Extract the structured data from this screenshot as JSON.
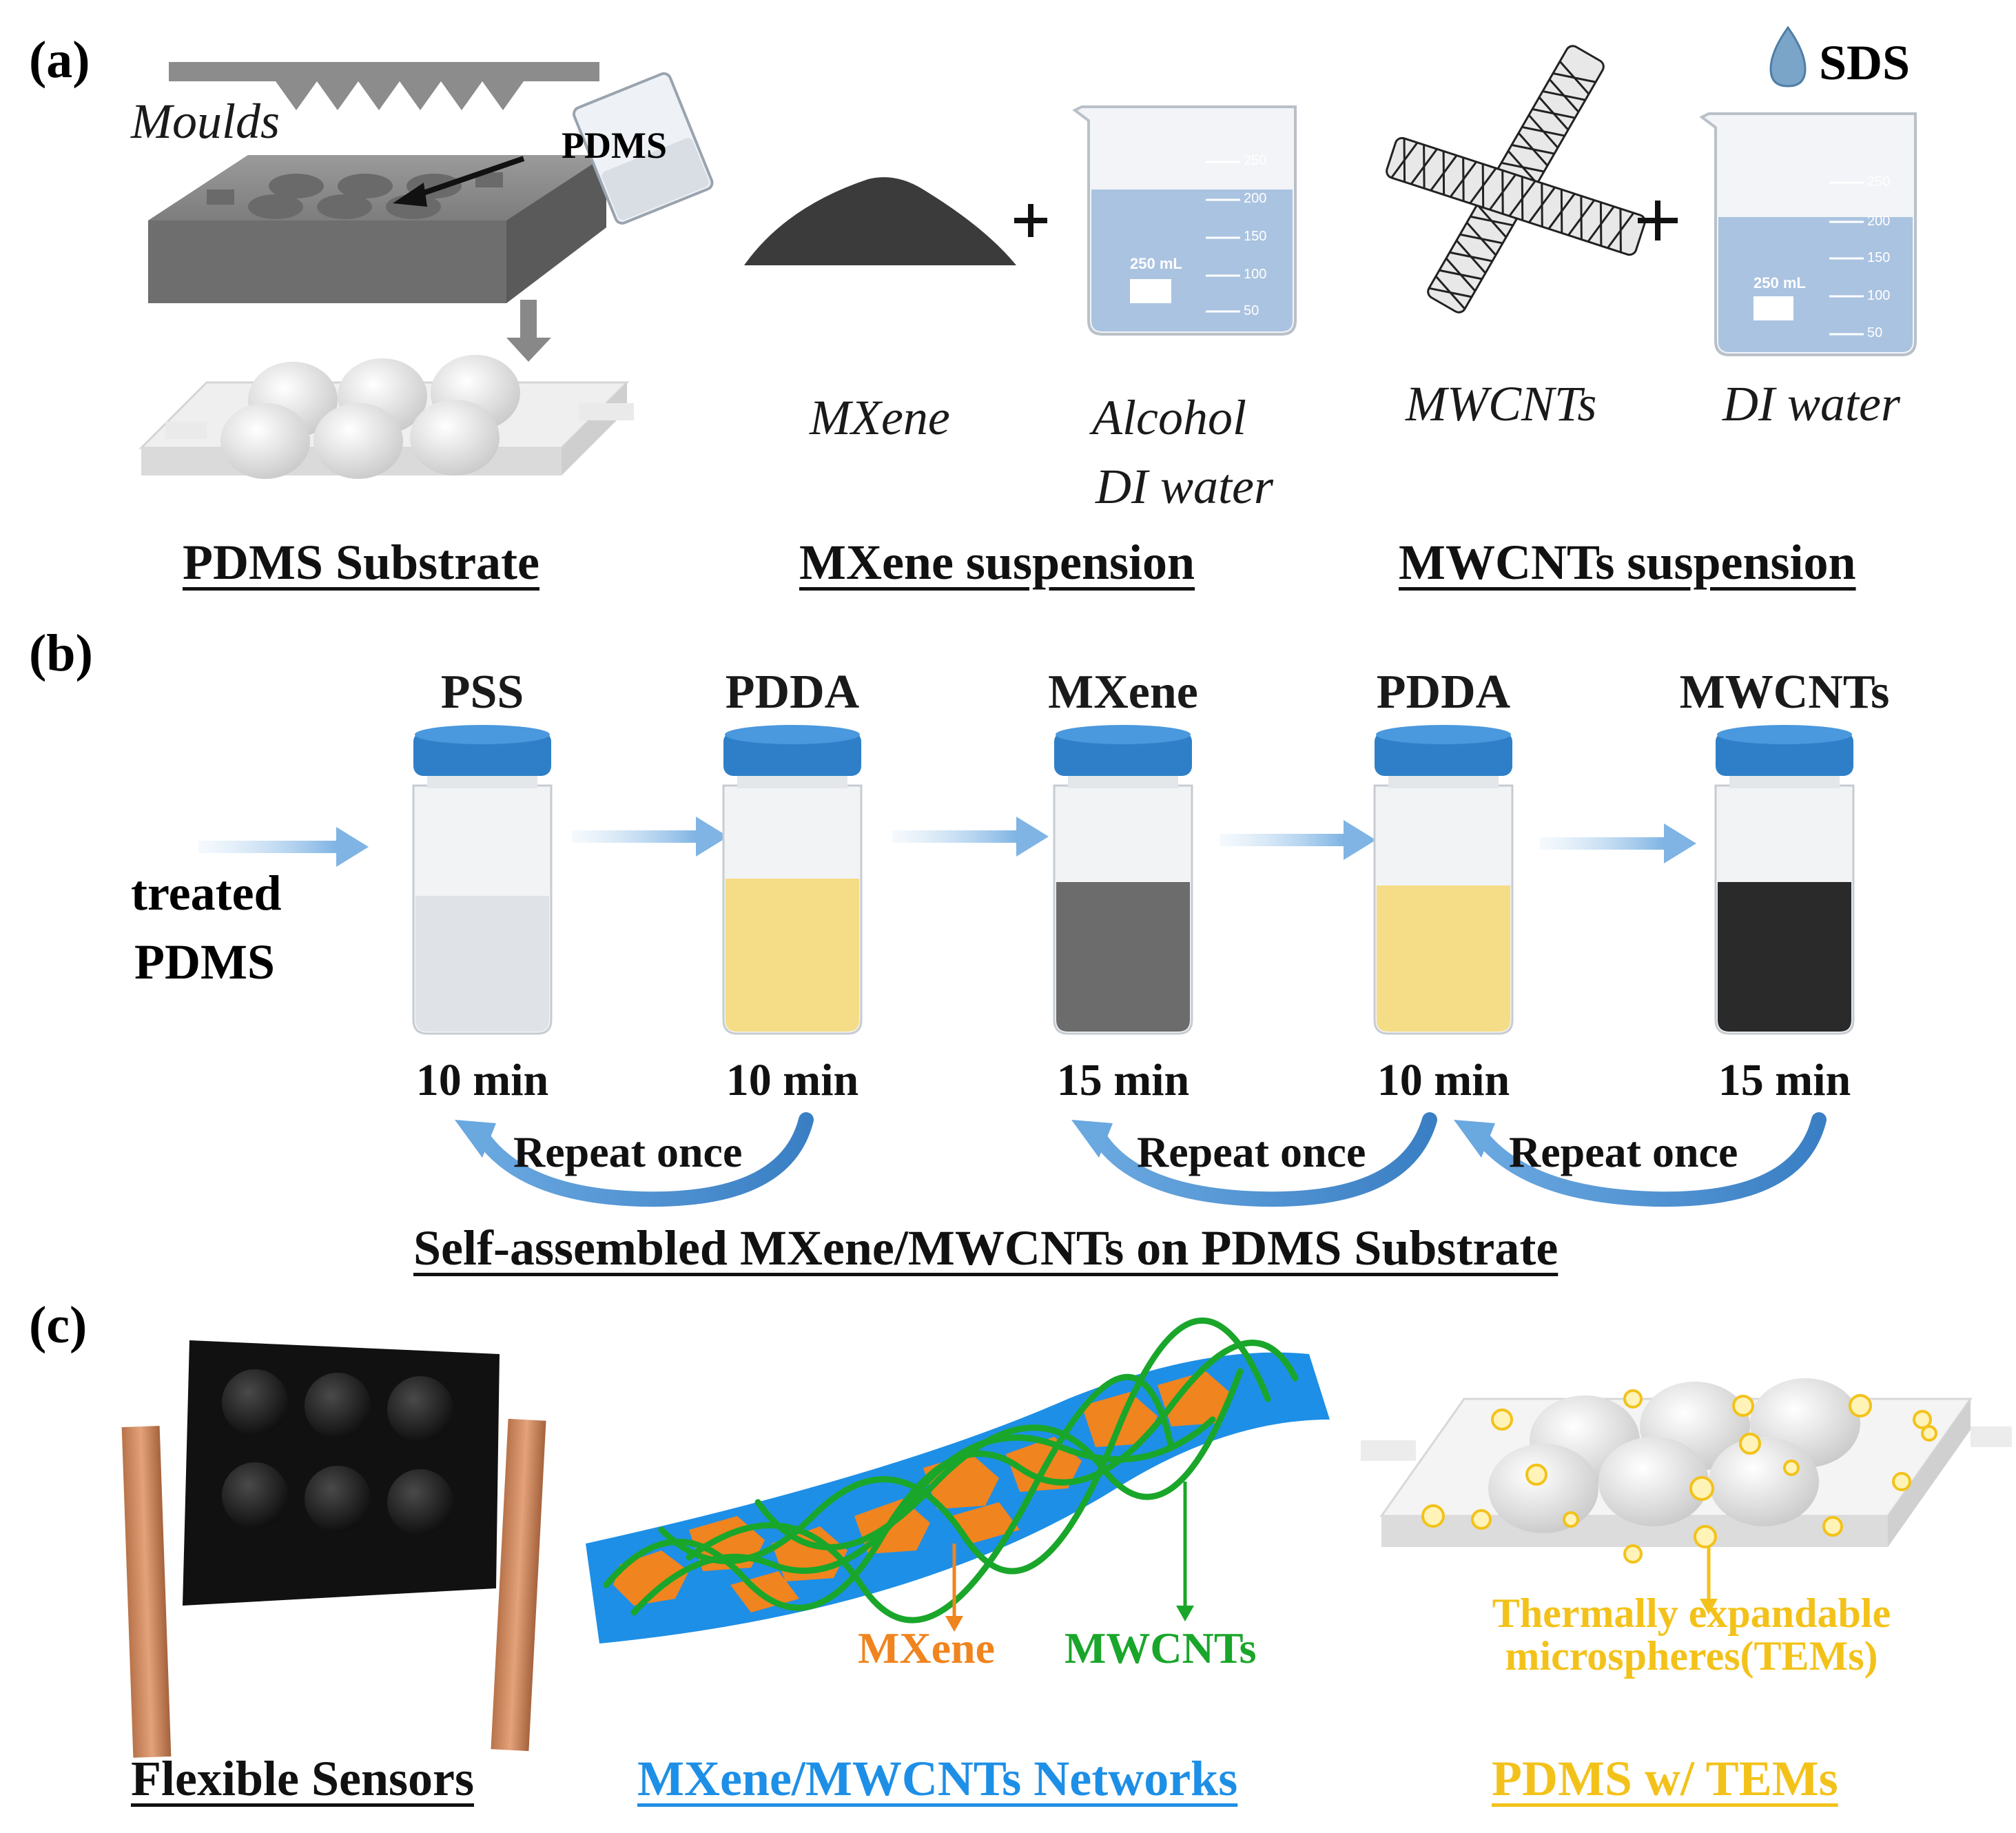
{
  "panels": {
    "a": {
      "label": "(a)",
      "moulds": "Moulds",
      "pdms": "PDMS",
      "sds": "SDS",
      "mxene": "MXene",
      "alcohol": "Alcohol",
      "diwater_1": "DI water",
      "mwcnts": "MWCNTs",
      "diwater_2": "DI water",
      "captions": [
        "PDMS Substrate",
        "MXene suspension",
        "MWCNTs suspension"
      ],
      "beaker1_text": [
        "250",
        "200",
        "150",
        "100",
        "50",
        "250 mL"
      ],
      "beaker2_text": [
        "250",
        "200",
        "150",
        "100",
        "50",
        "250 mL"
      ]
    },
    "b": {
      "label": "(b)",
      "start": [
        "treated",
        "PDMS"
      ],
      "vials": [
        {
          "name": "PSS",
          "time": "10 min",
          "color": "#dfe2e6"
        },
        {
          "name": "PDDA",
          "time": "10 min",
          "color": "#f5dc86"
        },
        {
          "name": "MXene",
          "time": "15 min",
          "color": "#6c6c6c"
        },
        {
          "name": "PDDA",
          "time": "10 min",
          "color": "#f5dc86"
        },
        {
          "name": "MWCNTs",
          "time": "15 min",
          "color": "#2a2a2a"
        }
      ],
      "repeat": [
        "Repeat once",
        "Repeat once",
        "Repeat once"
      ],
      "caption": "Self-assembled MXene/MWCNTs on PDMS Substrate"
    },
    "c": {
      "label": "(c)",
      "mxene": "MXene",
      "mwcnts": "MWCNTs",
      "tems": [
        "Thermally expandable",
        "microspheres(TEMs)"
      ],
      "captions": [
        "Flexible Sensors",
        "MXene/MWCNTs Networks",
        "PDMS w/ TEMs"
      ]
    }
  },
  "colors": {
    "vial_cap": "#2f7fc8",
    "arrow": "#8fbfe8",
    "network_blue": "#1e8fe6",
    "mxene_orange": "#f0841e",
    "cnt_green": "#1aa62a",
    "tem_yellow": "#f3c21a"
  }
}
